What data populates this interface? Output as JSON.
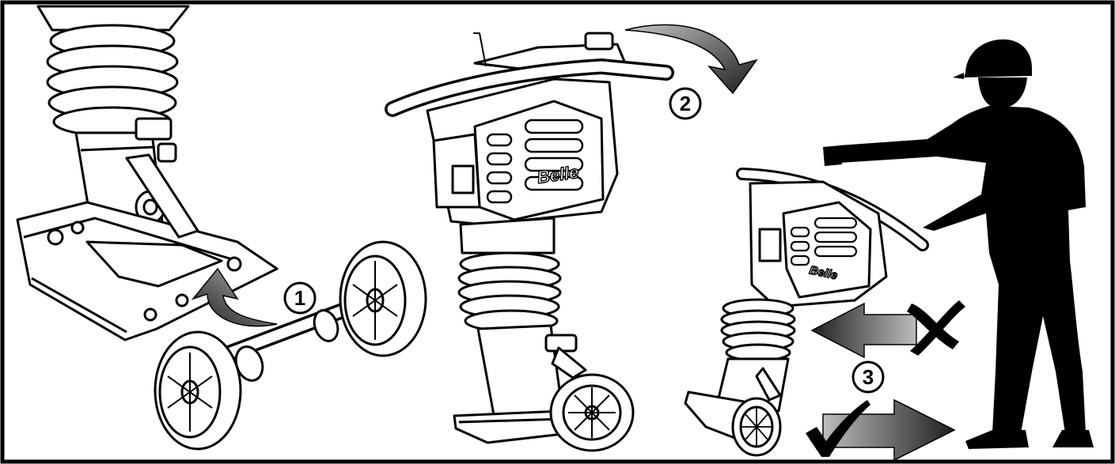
{
  "figure": {
    "steps": [
      {
        "number": "1"
      },
      {
        "number": "2"
      },
      {
        "number": "3"
      }
    ],
    "brand_label": "Belle"
  },
  "colors": {
    "ink": "#000000",
    "background": "#ffffff",
    "arrow_dark": "#1f1f1f",
    "arrow_light": "#a8a8a8"
  },
  "icons": {
    "wrong_direction": "cross-mark-icon",
    "right_direction": "check-mark-icon"
  }
}
